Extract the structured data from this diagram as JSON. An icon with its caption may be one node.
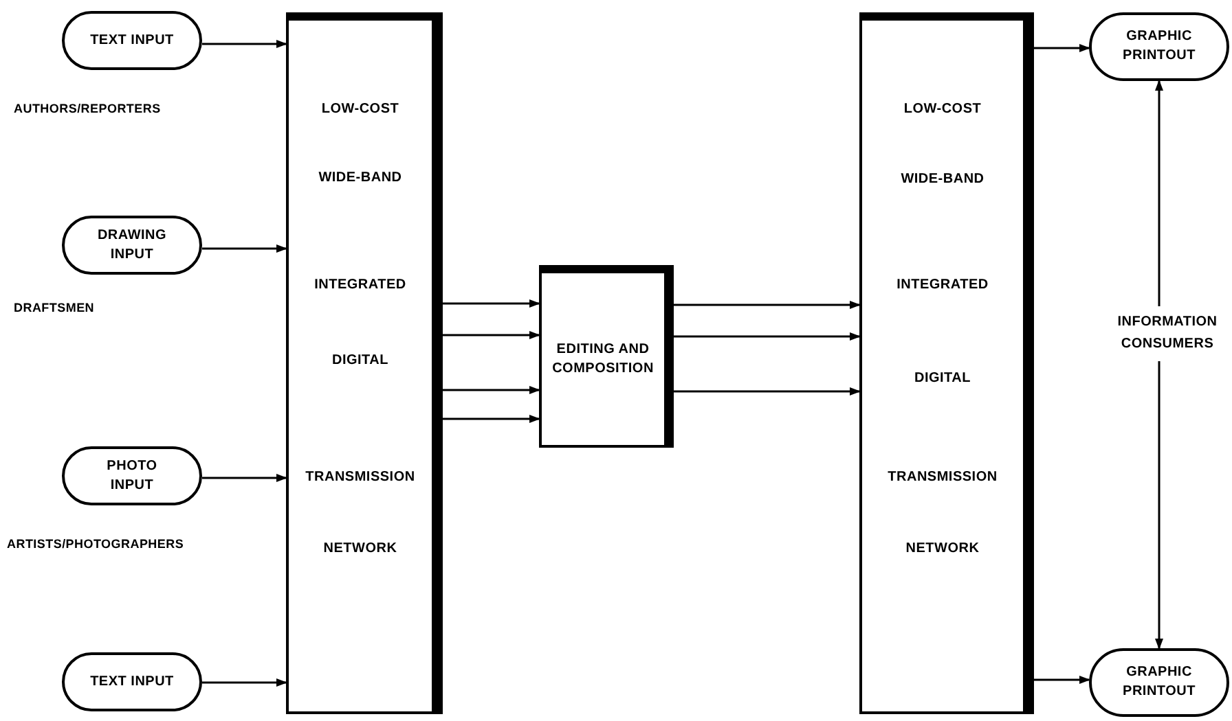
{
  "diagram": {
    "nodes": [
      {
        "text": [
          "TEXT INPUT"
        ],
        "beside": [
          "AUTHORS/REPORTERS"
        ]
      },
      {
        "text": [
          "DRAWING INPUT"
        ],
        "beside": [
          "DRAFTSMEN"
        ]
      },
      {
        "text": [
          "PHOTO INPUT"
        ],
        "beside": [
          "ARTISTS/PHOTOGRAPHERS"
        ]
      },
      {
        "text": [
          "TEXT INPUT"
        ]
      },
      {
        "text": [
          "LOW-COST",
          "WIDE-BAND",
          "INTEGRATED",
          "DIGITAL",
          "TRANSMISSION",
          "NETWORK"
        ]
      },
      {
        "text": [
          "EDITING AND COMPOSITION"
        ]
      },
      {
        "text": [
          "LOW-COST",
          "WIDE-BAND",
          "INTEGRATED",
          "DIGITAL",
          "TRANSMISSION",
          "NETWORK"
        ]
      },
      {
        "text": [
          "GRAPHIC PRINTOUT"
        ]
      },
      {
        "text": [
          "GRAPHIC PRINTOUT"
        ]
      }
    ],
    "edges": [
      {
        "from": 0,
        "to": 4,
        "arrow": "to"
      },
      {
        "from": 1,
        "to": 4,
        "arrow": "to"
      },
      {
        "from": 2,
        "to": 4,
        "arrow": "to"
      },
      {
        "from": 3,
        "to": 4,
        "arrow": "to"
      },
      {
        "from": 4,
        "to": 5,
        "arrow": "to"
      },
      {
        "from": 4,
        "to": 5,
        "arrow": "to"
      },
      {
        "from": 4,
        "to": 5,
        "arrow": "to"
      },
      {
        "from": 4,
        "to": 5,
        "arrow": "to"
      },
      {
        "from": 5,
        "to": 6,
        "arrow": "to"
      },
      {
        "from": 5,
        "to": 6,
        "arrow": "to"
      },
      {
        "from": 5,
        "to": 6,
        "arrow": "to"
      },
      {
        "from": 6,
        "to": 7,
        "arrow": "to"
      },
      {
        "from": 6,
        "to": 8,
        "arrow": "to"
      },
      {
        "from": 7,
        "to": 8,
        "arrow": "both",
        "label": "INFORMATION CONSUMERS"
      }
    ]
  }
}
